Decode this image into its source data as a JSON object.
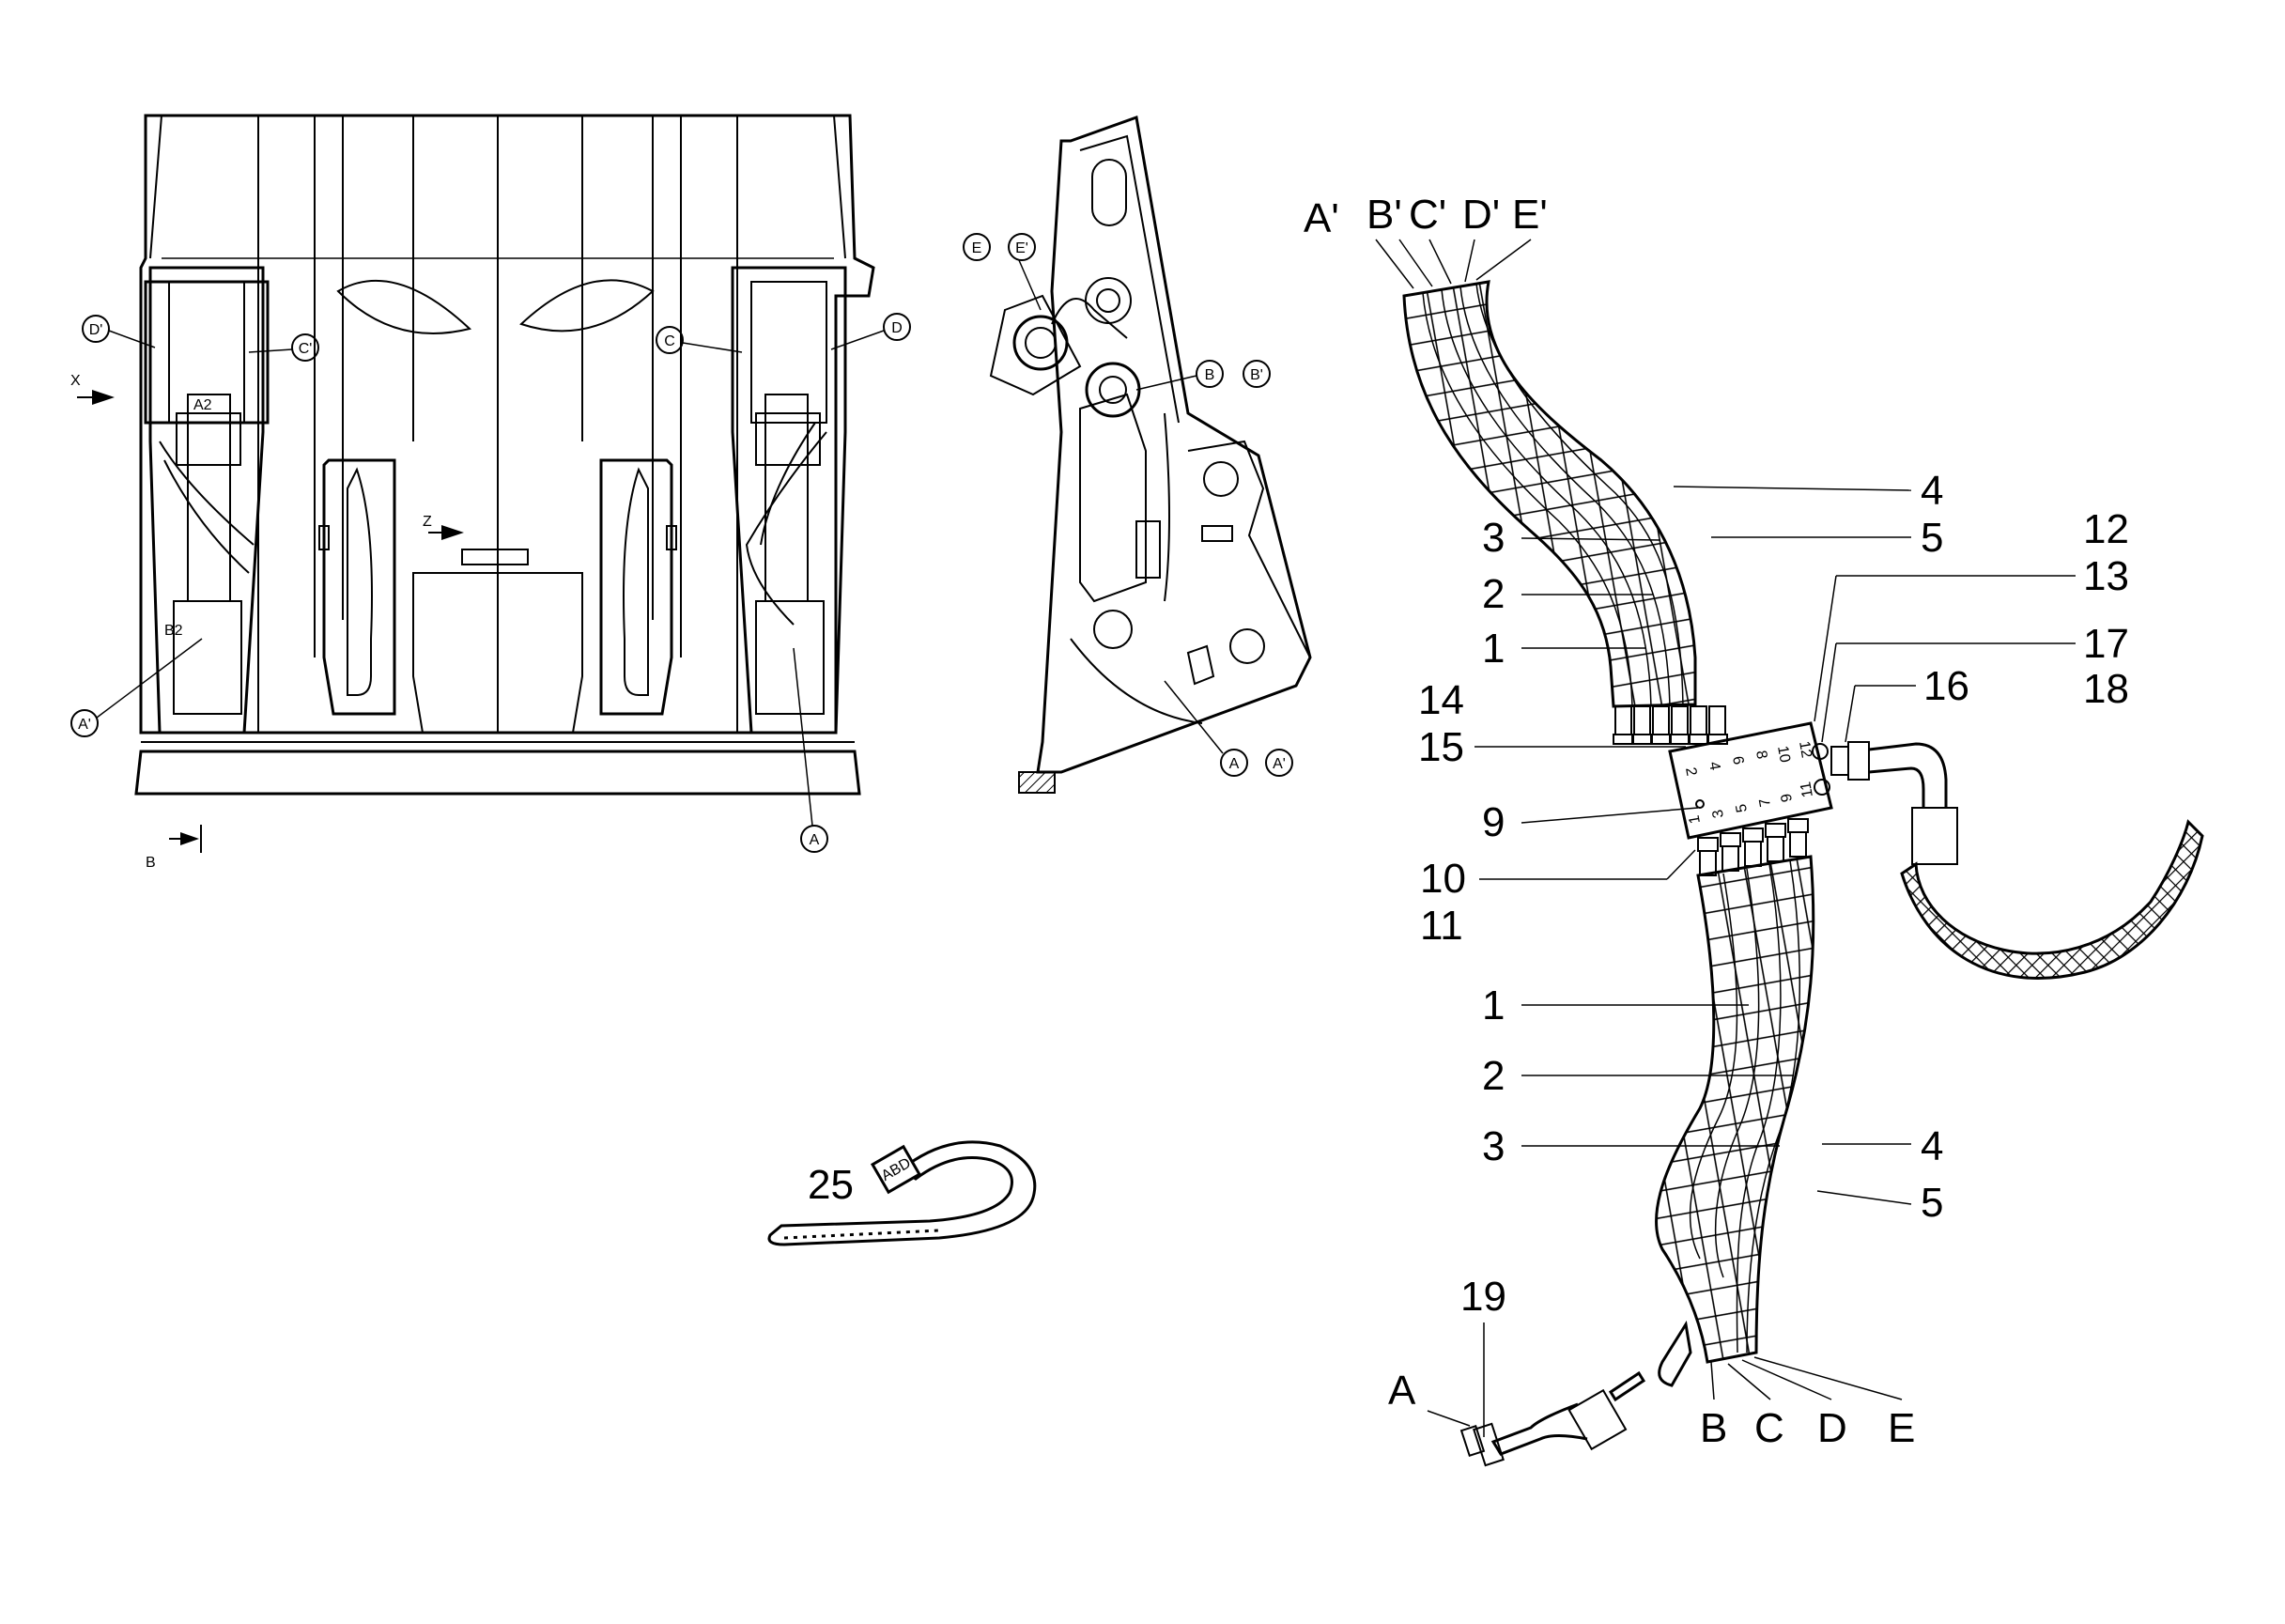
{
  "colors": {
    "ink": "#000000",
    "paper": "#ffffff"
  },
  "bucket_view": {
    "callouts": {
      "d_prime": "D'",
      "c_prime": "C'",
      "c": "C",
      "d": "D",
      "a_prime": "A'",
      "a": "A"
    },
    "arrows": {
      "x": "X",
      "z": "Z",
      "b": "B"
    },
    "tags": {
      "a2": "A2",
      "b2": "B2"
    }
  },
  "side_view": {
    "callouts": {
      "e": "E",
      "e_prime": "E'",
      "b": "B",
      "b_prime": "B'",
      "a": "A",
      "a_prime": "A'"
    }
  },
  "hose_view": {
    "top_ends": [
      "A'",
      "B'",
      "C'",
      "D'",
      "E'"
    ],
    "bottom_ends": [
      "B",
      "C",
      "D",
      "E"
    ],
    "end_a": "A",
    "upper_labels": {
      "l4": "4",
      "l3": "3",
      "l5": "5",
      "l2": "2",
      "l1": "1"
    },
    "block_labels": {
      "l12": "12",
      "l13": "13",
      "l17": "17",
      "l16": "16",
      "l18": "18",
      "l14": "14",
      "l15": "15",
      "l9": "9",
      "l10": "10",
      "l11": "11"
    },
    "lower_labels": {
      "l1": "1",
      "l2": "2",
      "l3": "3",
      "l4": "4",
      "l5": "5"
    },
    "fitting_label": "19",
    "block_ports_top": [
      "2",
      "4",
      "6",
      "8",
      "10",
      "12"
    ],
    "block_ports_bottom": [
      "1",
      "3",
      "5",
      "7",
      "9",
      "11"
    ]
  },
  "cable_tie": {
    "label": "25",
    "tag": "ABD"
  }
}
